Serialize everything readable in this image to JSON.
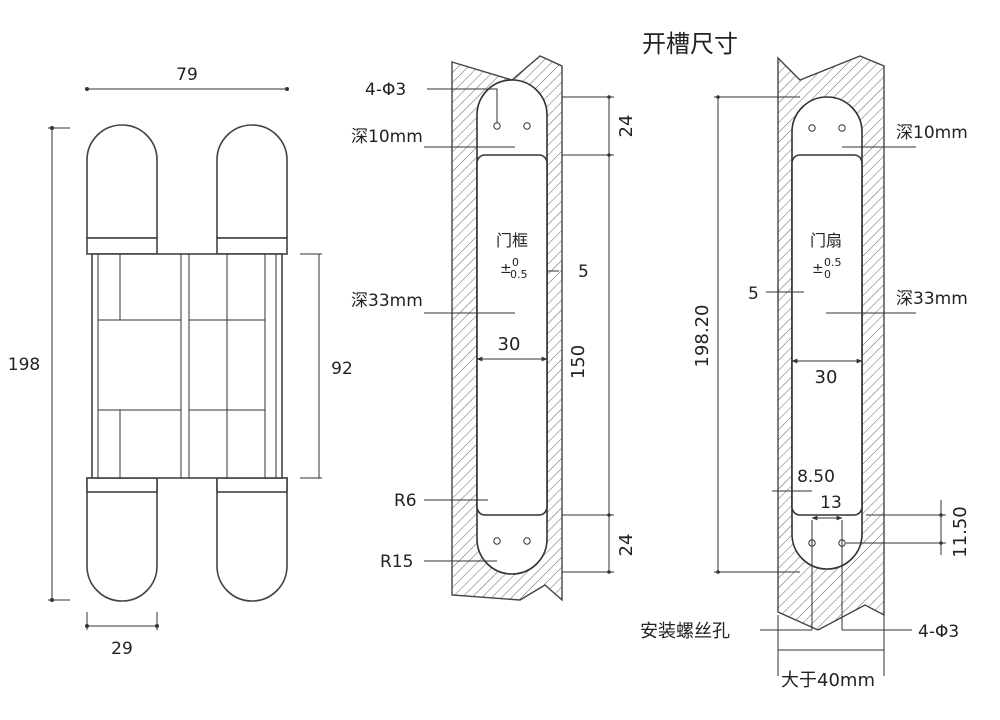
{
  "title": "开槽尺寸",
  "hinge_dims": {
    "width": "79",
    "height": "198",
    "body_height": "92",
    "leaf_width": "29"
  },
  "frame": {
    "name": "门框",
    "tolerance_base": "±",
    "tolerance_upper": "0",
    "tolerance_lower": "0.5",
    "holes": "4-Φ3",
    "depth_top": "深10mm",
    "depth_main": "深33mm",
    "width": "30",
    "offset": "5",
    "top_gap": "24",
    "length": "150",
    "bottom_gap": "24",
    "corner_r6": "R6",
    "corner_r15": "R15"
  },
  "sash": {
    "name": "门扇",
    "tolerance_base": "±",
    "tolerance_upper": "0.5",
    "tolerance_lower": "0",
    "depth_top": "深10mm",
    "depth_main": "深33mm",
    "width": "30",
    "offset": "5",
    "length": "198.20",
    "dim_850": "8.50",
    "dim_13": "13",
    "dim_1150": "11.50",
    "screw_label": "安装螺丝孔",
    "holes": "4-Φ3",
    "min_width": "大于40mm"
  }
}
